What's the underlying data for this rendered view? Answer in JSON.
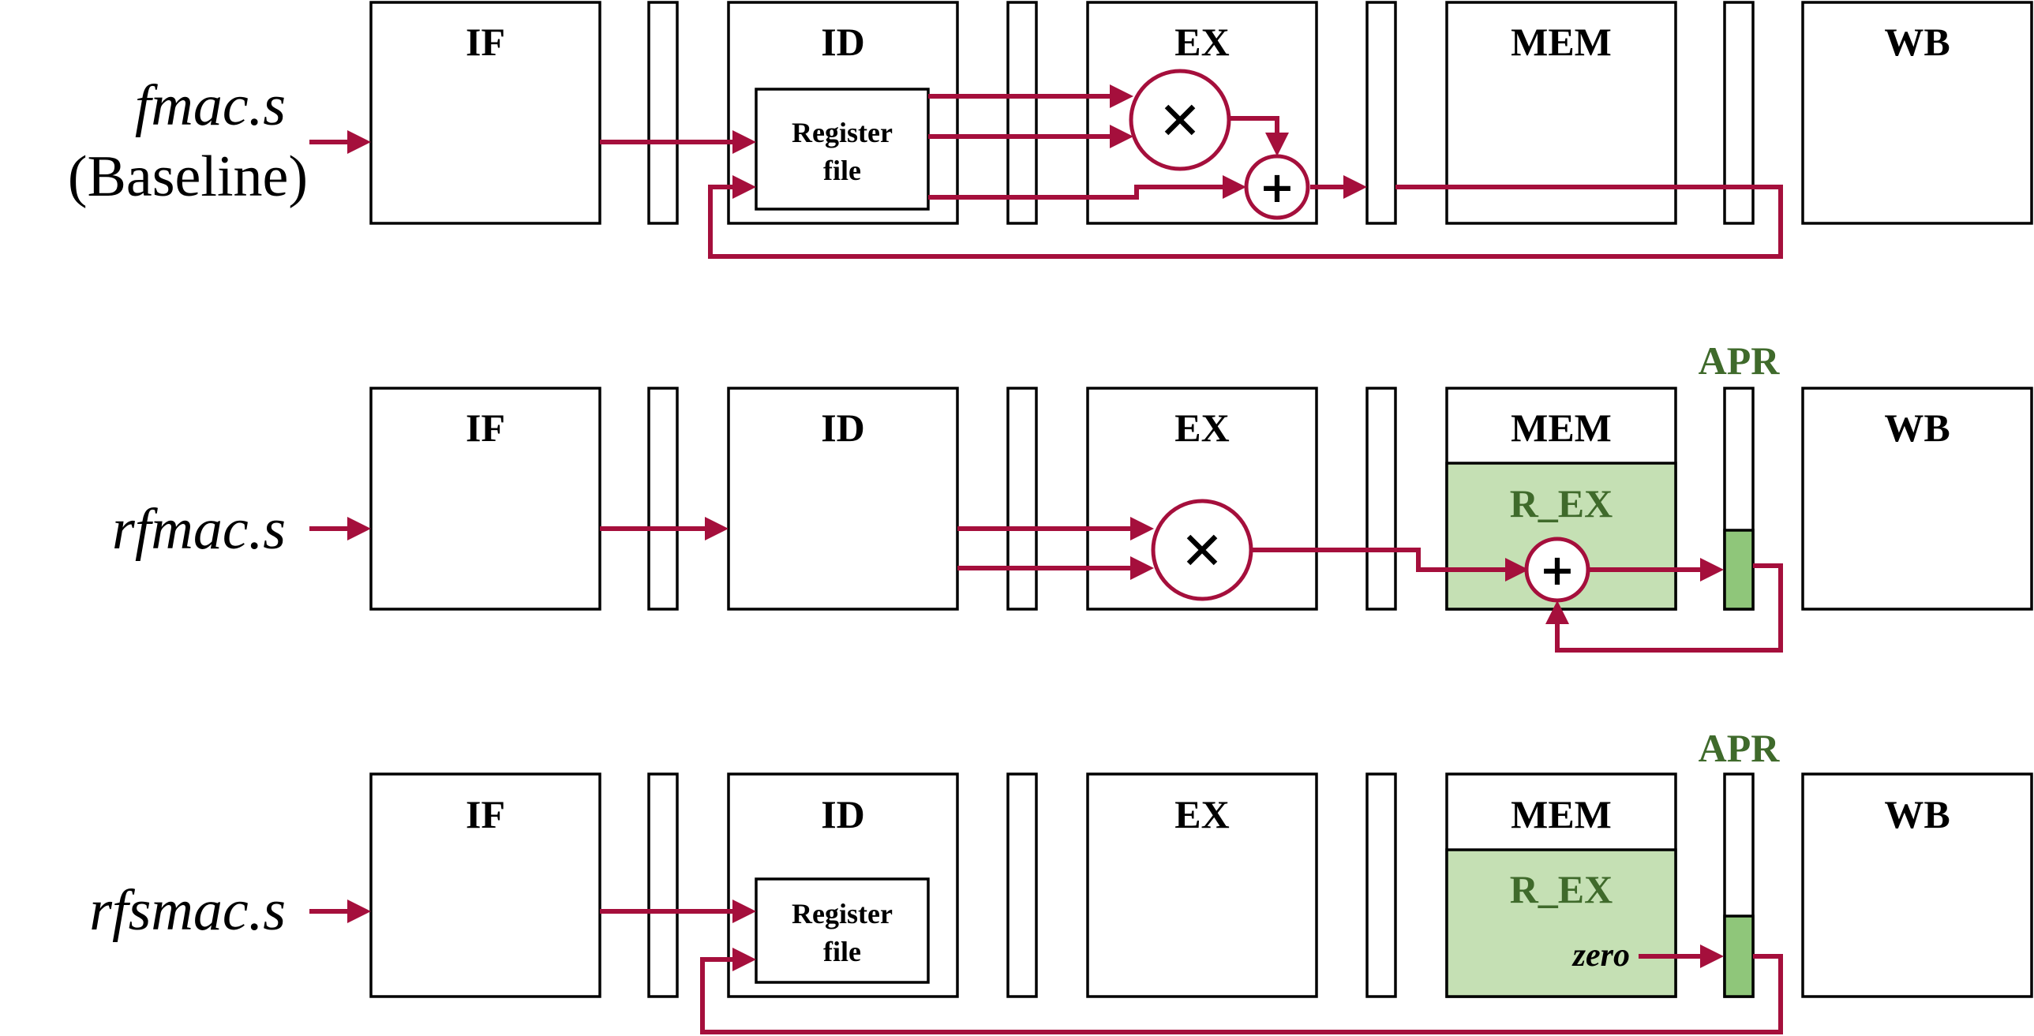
{
  "stages": {
    "if": "IF",
    "id": "ID",
    "ex": "EX",
    "mem": "MEM",
    "wb": "WB"
  },
  "register_file": {
    "line1": "Register",
    "line2": "file"
  },
  "apr_label": "APR",
  "r_ex_label": "R_EX",
  "zero_label": "zero",
  "operators": {
    "multiply": "✕",
    "add": "+"
  },
  "rows": [
    {
      "instruction": "fmac.s",
      "subtitle": "(Baseline)"
    },
    {
      "instruction": "rfmac.s"
    },
    {
      "instruction": "rfsmac.s"
    }
  ],
  "colors": {
    "wire": "#a50f3c",
    "accumulator_fill": "#c5e0b4",
    "apr_fill": "#8fc67a",
    "apr_text": "#3f6a2b"
  }
}
